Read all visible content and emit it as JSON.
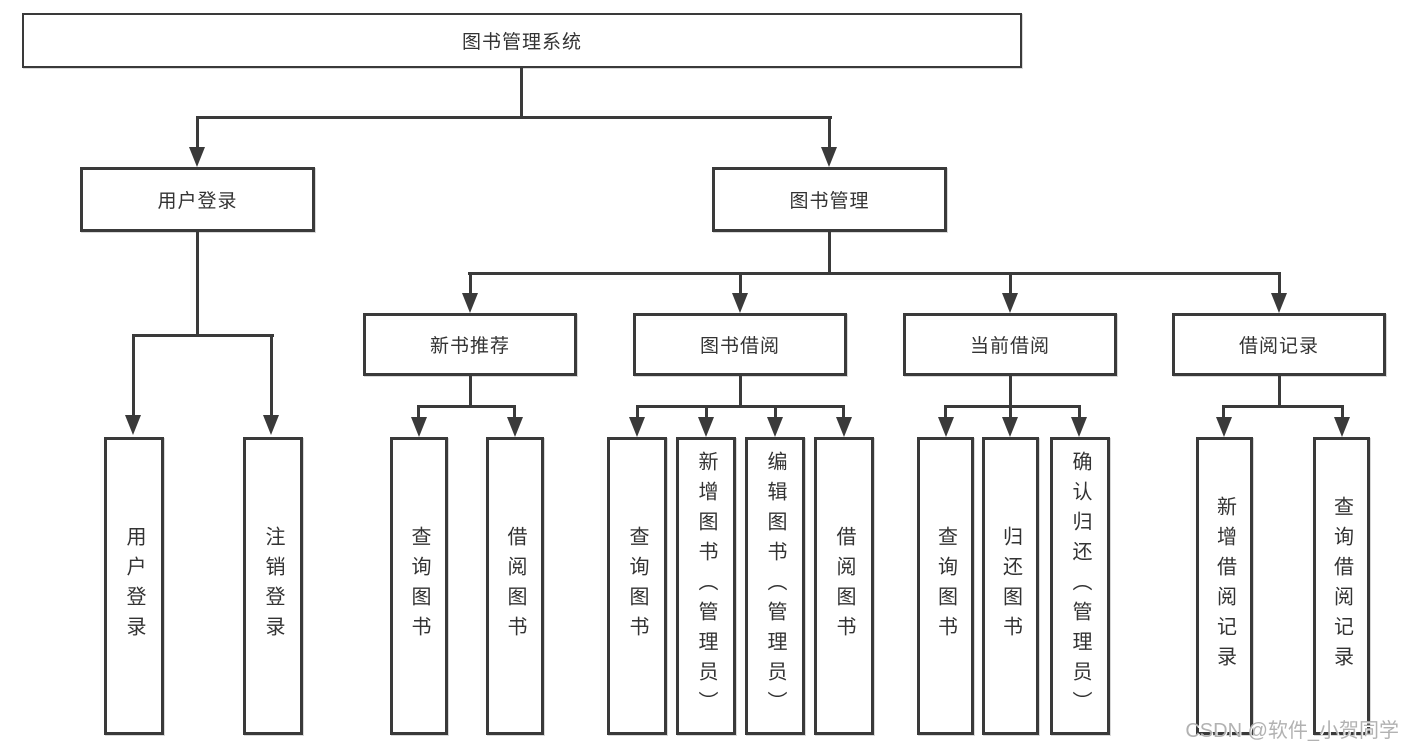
{
  "tree": {
    "root": {
      "label": "图书管理系统"
    },
    "branches": [
      {
        "label": "用户登录",
        "leaves": [
          {
            "label": "用户登录"
          },
          {
            "label": "注销登录"
          }
        ]
      },
      {
        "label": "图书管理",
        "groups": [
          {
            "label": "新书推荐",
            "leaves": [
              {
                "label": "查询图书"
              },
              {
                "label": "借阅图书"
              }
            ]
          },
          {
            "label": "图书借阅",
            "leaves": [
              {
                "label": "查询图书"
              },
              {
                "label": "新增图书（管理员）"
              },
              {
                "label": "编辑图书（管理员）"
              },
              {
                "label": "借阅图书"
              }
            ]
          },
          {
            "label": "当前借阅",
            "leaves": [
              {
                "label": "查询图书"
              },
              {
                "label": "归还图书"
              },
              {
                "label": "确认归还（管理员）"
              }
            ]
          },
          {
            "label": "借阅记录",
            "leaves": [
              {
                "label": "新增借阅记录"
              },
              {
                "label": "查询借阅记录"
              }
            ]
          }
        ]
      }
    ]
  },
  "watermark": "CSDN @软件_小贺同学",
  "colors": {
    "line": "#3a3a3a",
    "border": "#3a3a3a",
    "text": "#333333",
    "background": "#ffffff",
    "watermark": "#b2b2b2"
  }
}
